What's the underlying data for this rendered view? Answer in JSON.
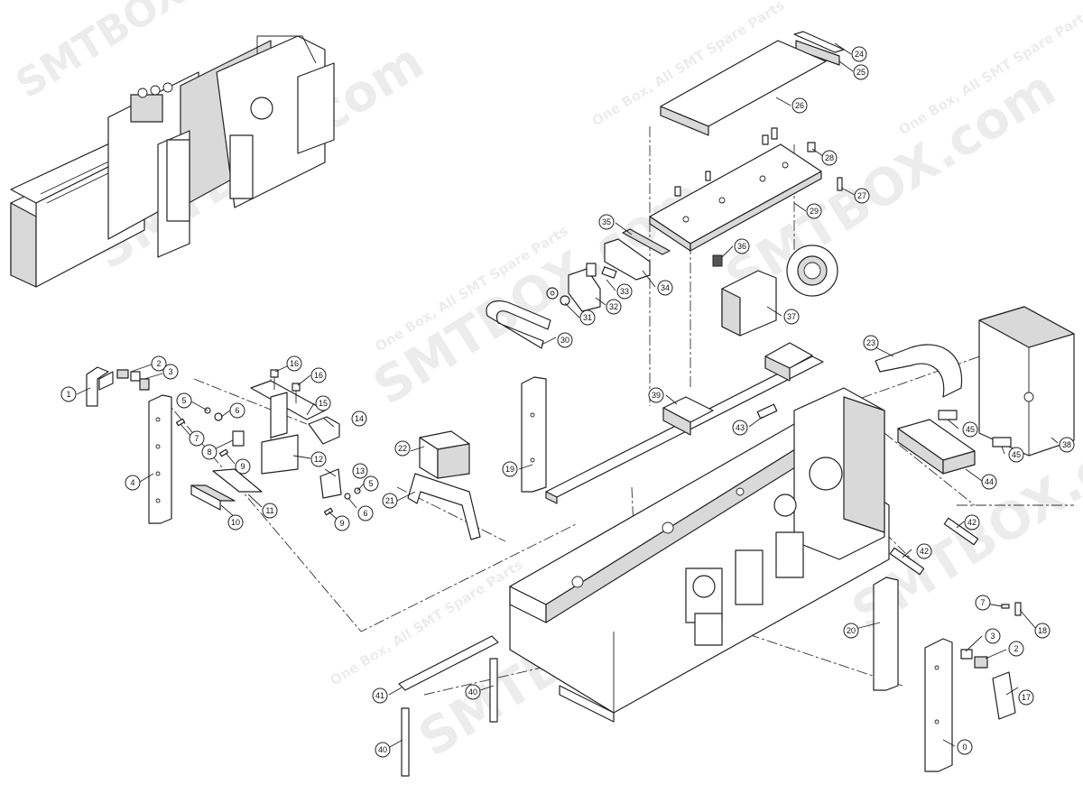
{
  "watermark": {
    "brand": "SMTBOX.com",
    "tagline": "One Box, All SMT Spare Parts"
  },
  "callouts": [
    "1",
    "2",
    "3",
    "4",
    "5",
    "6",
    "7",
    "8",
    "9",
    "10",
    "11",
    "12",
    "13",
    "14",
    "15",
    "16",
    "17",
    "18",
    "19",
    "20",
    "21",
    "22",
    "23",
    "24",
    "25",
    "26",
    "27",
    "28",
    "29",
    "30",
    "31",
    "32",
    "33",
    "34",
    "35",
    "36",
    "37",
    "38",
    "39",
    "40",
    "41",
    "42",
    "43",
    "44",
    "45",
    "0"
  ]
}
